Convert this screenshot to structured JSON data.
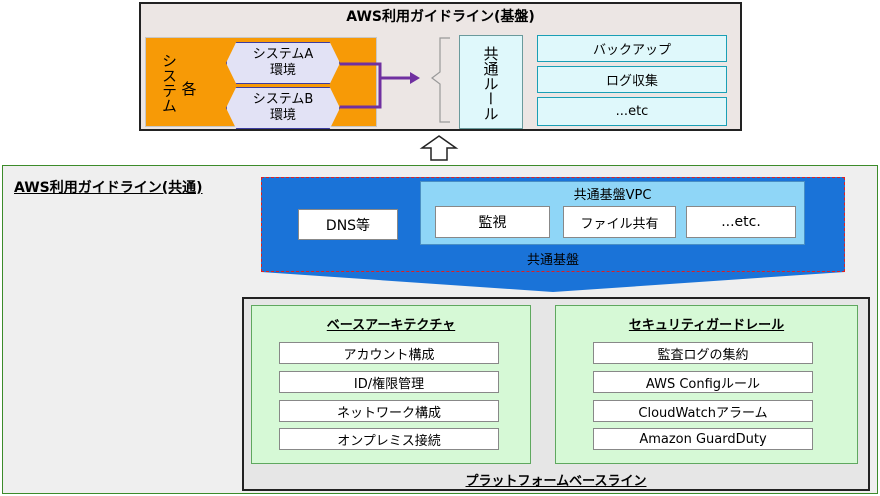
{
  "top": {
    "title": "AWS利用ガイドライン(基盤)",
    "system_vertical": "システム",
    "kaku": "各",
    "system_a": "システムA\n環境",
    "system_b": "システムB\n環境",
    "common_rule": "共通ルール",
    "items": [
      "バックアップ",
      "ログ収集",
      "...etc"
    ]
  },
  "common": {
    "title": "AWS利用ガイドライン(共通)",
    "base_infra_label": "共通基盤",
    "dns": "DNS等",
    "vpc_title": "共通基盤VPC",
    "vpc_items": [
      "監視",
      "ファイル共有",
      "...etc."
    ]
  },
  "platform": {
    "label": "プラットフォームベースライン",
    "base_arch": {
      "title": "ベースアーキテクチャ",
      "items": [
        "アカウント構成",
        "ID/権限管理",
        "ネットワーク構成",
        "オンプレミス接続"
      ]
    },
    "security": {
      "title": "セキュリティガードレール",
      "items": [
        "監査ログの集約",
        "AWS Configルール",
        "CloudWatchアラーム",
        "Amazon GuardDuty"
      ]
    }
  },
  "colors": {
    "orange": "#f79a06",
    "purple_arrow": "#7030a0",
    "blue_infra": "#1a73d8",
    "light_blue_vpc": "#8fd6f7",
    "green_panel": "#d6f9d6",
    "cyan_item": "#dff8fb"
  }
}
